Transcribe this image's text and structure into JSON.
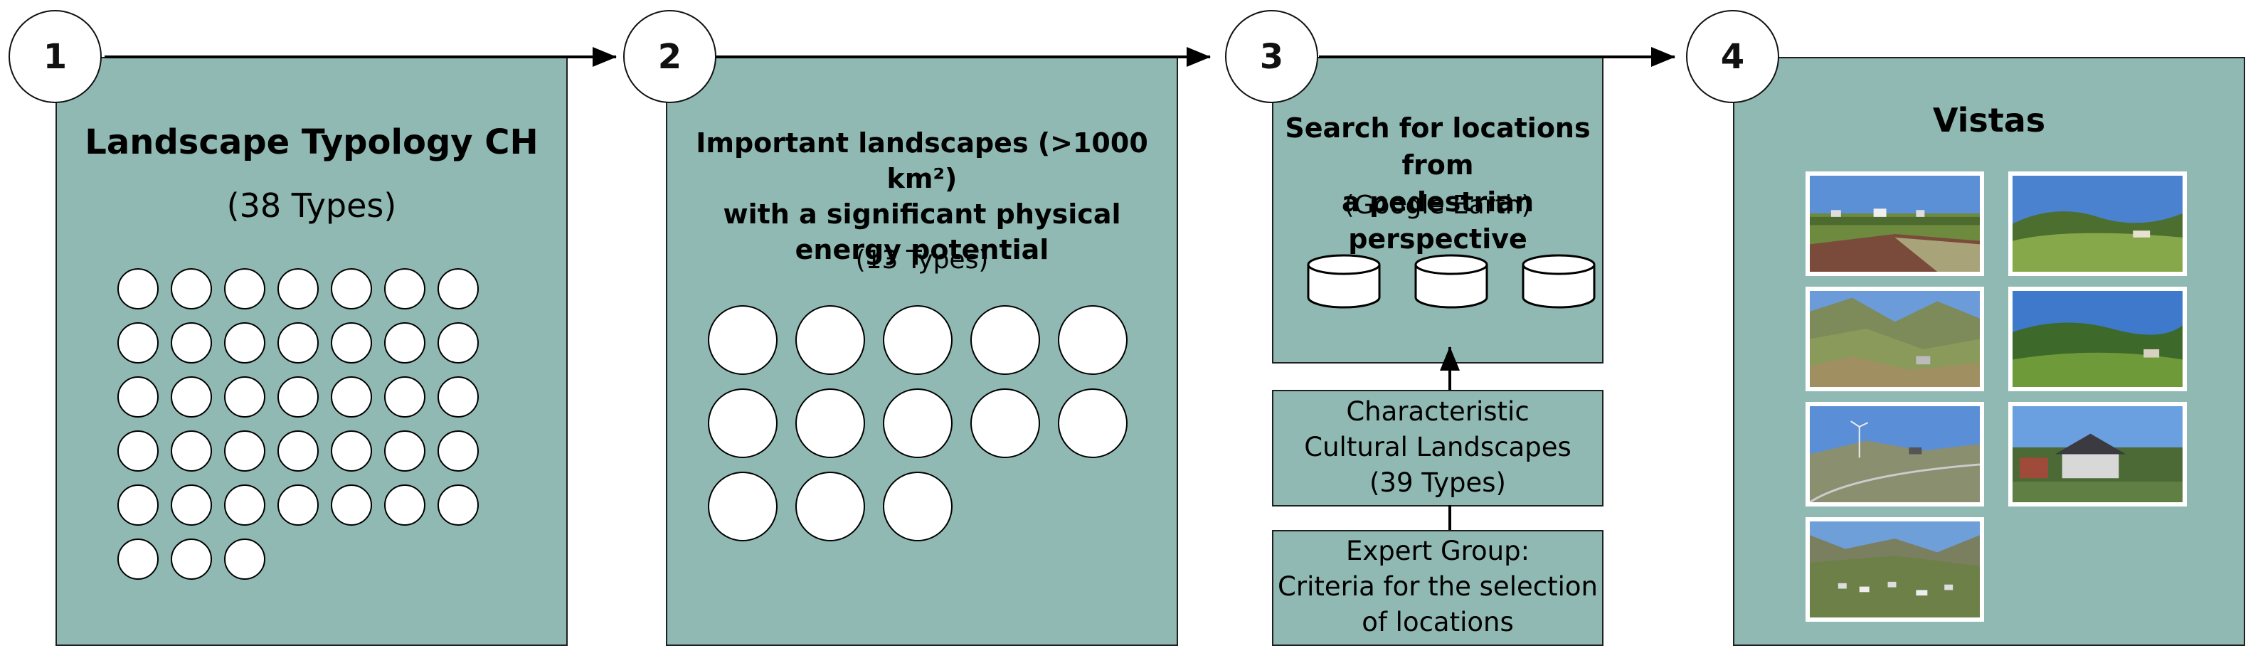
{
  "steps": [
    {
      "number": "1"
    },
    {
      "number": "2"
    },
    {
      "number": "3"
    },
    {
      "number": "4"
    }
  ],
  "panel1": {
    "title": "Landscape Typology CH",
    "subtitle": "(38 Types)",
    "dot_count": 38
  },
  "panel2": {
    "title_line1": "Important landscapes (>1000 km²)",
    "title_line2": "with a significant physical",
    "title_line3": "energy potential",
    "subtitle": "(13 Types)",
    "dot_count": 13
  },
  "panel3": {
    "title_line1": "Search for locations from",
    "title_line2": "a pedestrian perspective",
    "subtitle": "(Google Earth)",
    "database_count": 3,
    "box_cultural": {
      "line1": "Characteristic",
      "line2": "Cultural Landscapes",
      "line3": "(39 Types)"
    },
    "box_expert": {
      "line1": "Expert Group:",
      "line2": "Criteria for the selection",
      "line3": "of locations"
    }
  },
  "panel4": {
    "title": "Vistas",
    "photos": [
      {
        "scene": "farmland-village"
      },
      {
        "scene": "green-hills-farm"
      },
      {
        "scene": "alpine-valley"
      },
      {
        "scene": "green-meadow-hills"
      },
      {
        "scene": "wind-turbine-pass"
      },
      {
        "scene": "village-rooftops"
      },
      {
        "scene": "valley-town"
      }
    ]
  },
  "colors": {
    "panel_fill": "#8fb9b2",
    "border": "#1f1f1f"
  }
}
